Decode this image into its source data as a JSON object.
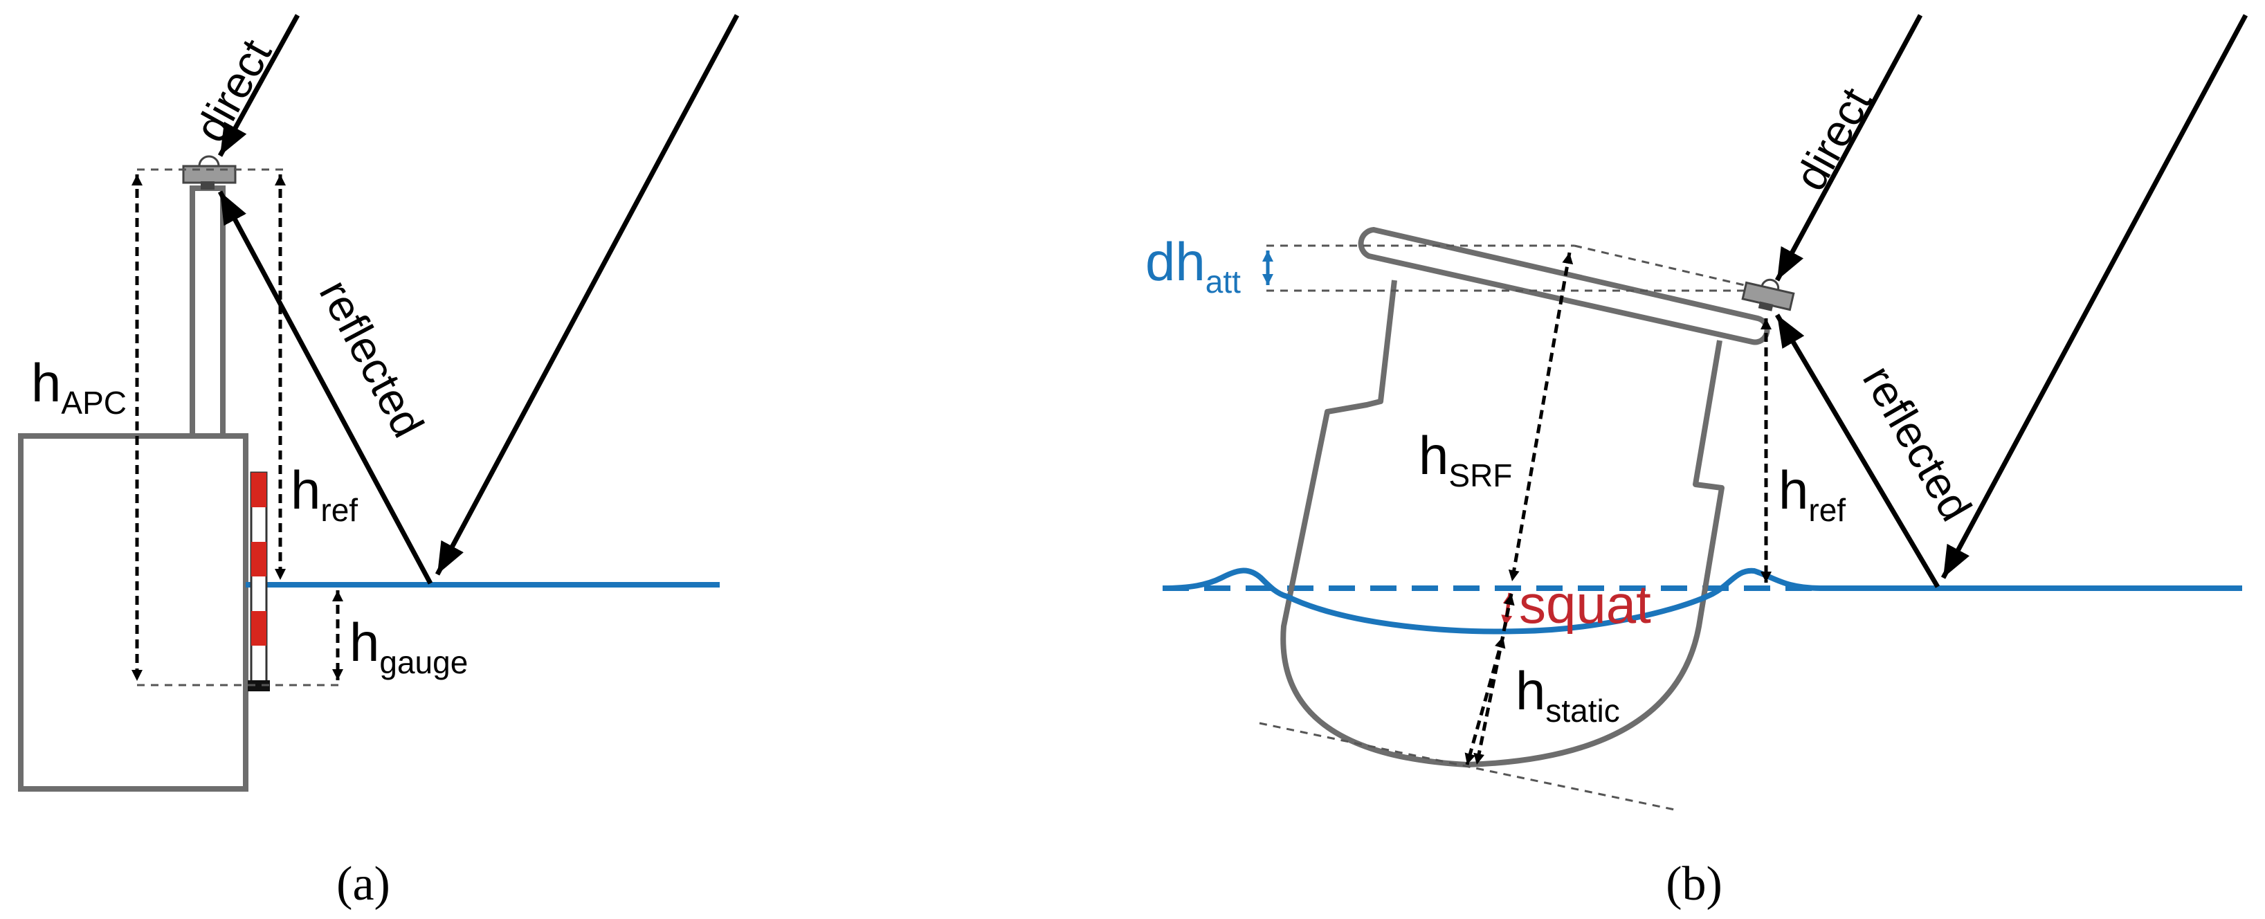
{
  "panel_a": {
    "caption": "(a)",
    "label_direct": "direct",
    "label_reflected": "reflected",
    "h_apc": {
      "main": "h",
      "sub": "APC"
    },
    "h_ref": {
      "main": "h",
      "sub": "ref"
    },
    "h_gauge": {
      "main": "h",
      "sub": "gauge"
    }
  },
  "panel_b": {
    "caption": "(b)",
    "label_direct": "direct",
    "label_reflected": "reflected",
    "dh_att": {
      "main": "dh",
      "sub": "att"
    },
    "h_srf": {
      "main": "h",
      "sub": "SRF"
    },
    "h_ref": {
      "main": "h",
      "sub": "ref"
    },
    "squat": "squat",
    "h_static": {
      "main": "h",
      "sub": "static"
    }
  },
  "colors": {
    "water": "#1b75bb",
    "squat": "#c1272d",
    "structure": "#6d6d6d",
    "gauge_red": "#d7261d"
  }
}
